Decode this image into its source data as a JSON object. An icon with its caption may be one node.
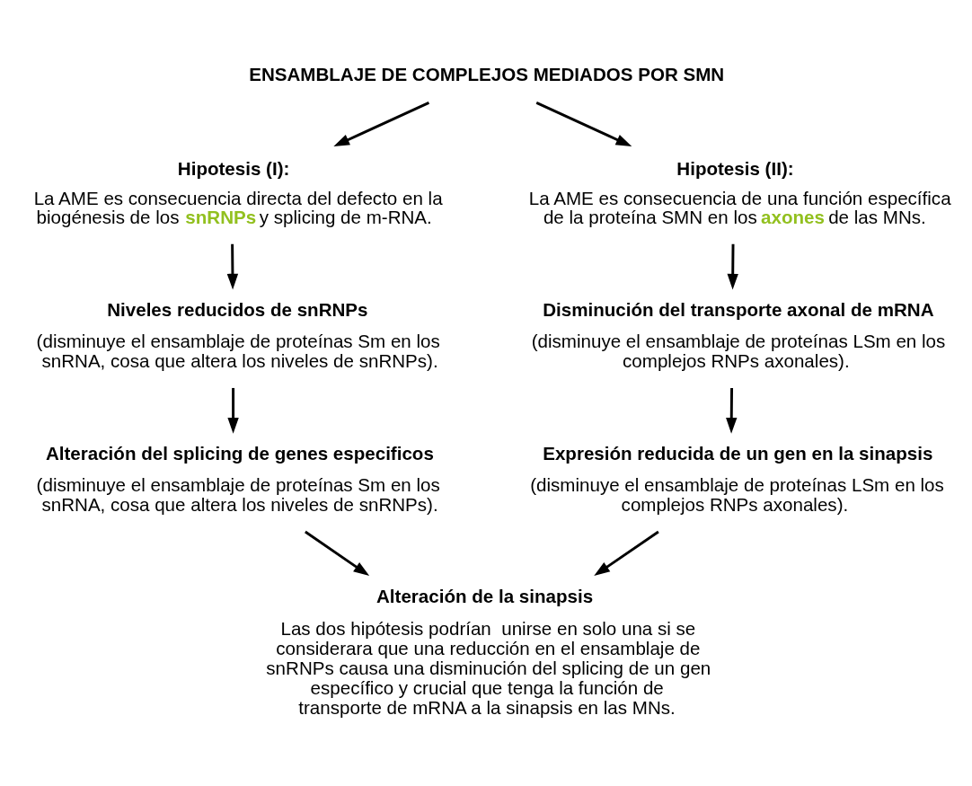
{
  "diagram": {
    "nodes": [
      {
        "text": [
          "ENSAMBLAJE DE COMPLEJOS MEDIADOS POR SMN"
        ]
      },
      {
        "text": [
          "Hipotesis (I):",
          "La AME es consecuencia directa del defecto en la biogénesis de los **snRNPs** y splicing de m-RNA."
        ]
      },
      {
        "text": [
          "Hipotesis (II):",
          "La AME es consecuencia de una función específica de la proteína SMN en los **axones** de las MNs."
        ]
      },
      {
        "text": [
          "Niveles reducidos de snRNPs",
          "(disminuye el ensamblaje de proteínas Sm en los snRNA, cosa que altera los niveles de snRNPs)."
        ]
      },
      {
        "text": [
          "Disminución del transporte axonal de mRNA",
          "(disminuye el ensamblaje de proteínas LSm en los complejos RNPs axonales)."
        ]
      },
      {
        "text": [
          "Alteración del splicing de genes especificos",
          "(disminuye el ensamblaje de proteínas Sm en los snRNA, cosa que altera los niveles de snRNPs)."
        ]
      },
      {
        "text": [
          "Expresión reducida de un gen en la sinapsis",
          "(disminuye el ensamblaje de proteínas LSm en los complejos RNPs axonales)."
        ]
      },
      {
        "text": [
          "Alteración de la sinapsis",
          "Las dos hipótesis podrían  unirse en solo una si se considerara que una reducción en el ensamblaje de snRNPs causa una disminución del splicing de un gen específico y crucial que tenga la función de transporte de mRNA a la sinapsis en las MNs."
        ]
      }
    ],
    "edges": [
      {
        "from": 0,
        "to": 1,
        "arrow": "to"
      },
      {
        "from": 0,
        "to": 2,
        "arrow": "to"
      },
      {
        "from": 1,
        "to": 3,
        "arrow": "to"
      },
      {
        "from": 2,
        "to": 4,
        "arrow": "to"
      },
      {
        "from": 3,
        "to": 5,
        "arrow": "to"
      },
      {
        "from": 4,
        "to": 6,
        "arrow": "to"
      },
      {
        "from": 5,
        "to": 7,
        "arrow": "to"
      },
      {
        "from": 6,
        "to": 7,
        "arrow": "to"
      }
    ]
  }
}
